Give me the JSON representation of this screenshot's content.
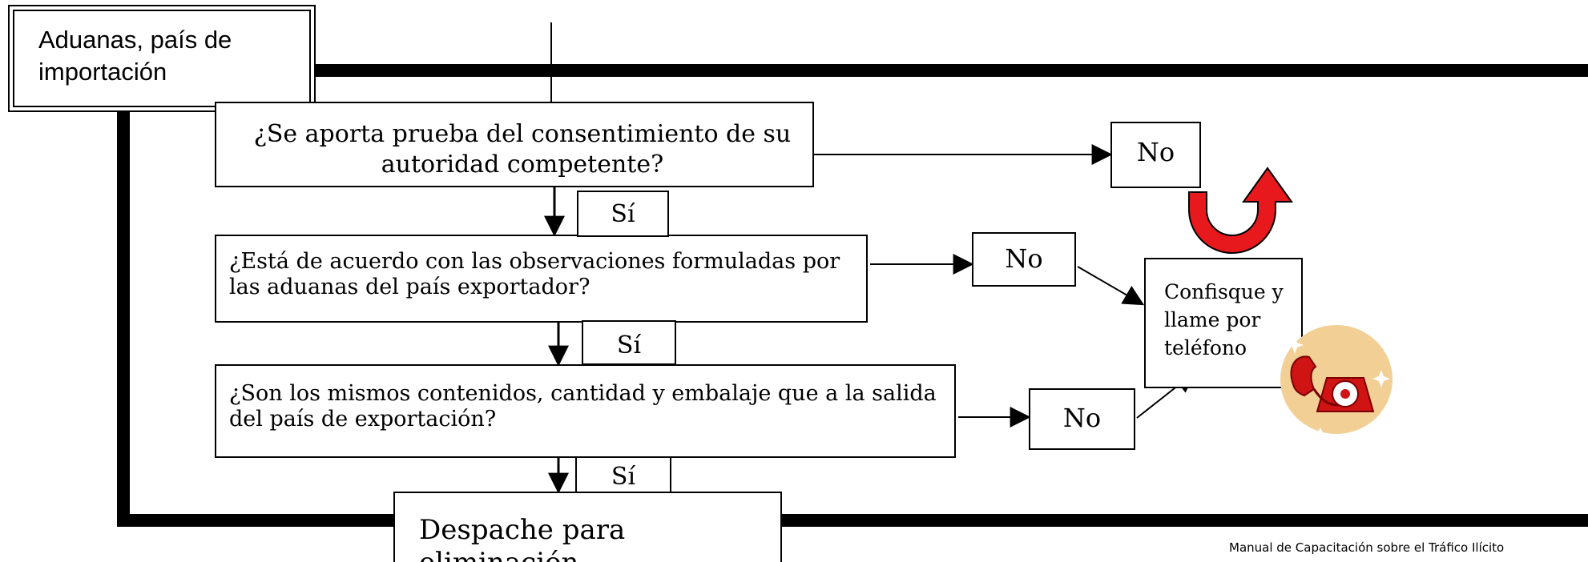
{
  "diagram": {
    "customs_label": "Aduanas, país de importación",
    "questions": [
      {
        "text": "¿Se aporta prueba del consentimiento de su autoridad competente?",
        "yes_label": "Sí",
        "no_label": "No"
      },
      {
        "text": "¿Está de acuerdo con las observaciones formuladas por las aduanas del país exportador?",
        "yes_label": "Sí",
        "no_label": "No"
      },
      {
        "text": "¿Son los mismos contenidos, cantidad y embalaje que a la salida del país de exportación?",
        "yes_label": "Sí",
        "no_label": "No"
      }
    ],
    "action_text": "Confisque y llame por teléfono",
    "final_text": "Despache para eliminación",
    "credit": "Manual de Capacitación sobre el Tráfico Ilícito"
  },
  "colors": {
    "frame": "#000000",
    "arrow_red": "#e8191d",
    "telephone_red": "#d01414",
    "telephone_backdrop": "#f2cf95"
  },
  "icons": {
    "return_arrow": "curved-u-turn-arrow",
    "telephone": "rotary-telephone"
  }
}
